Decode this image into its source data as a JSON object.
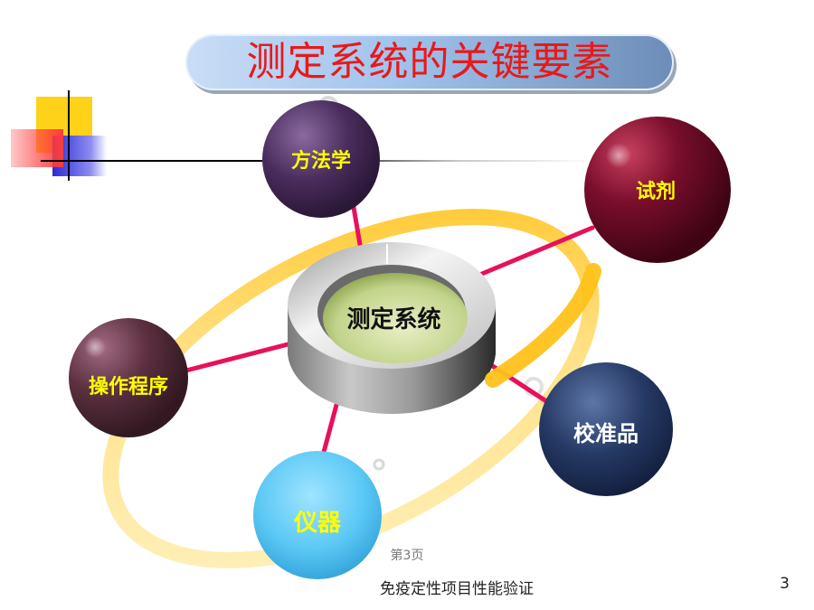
{
  "title": "测定系统的关键要素",
  "center_label": "测定系统",
  "nodes": {
    "methodology": "方法学",
    "reagent": "试剂",
    "procedure": "操作程序",
    "calibrator": "校准品",
    "instrument": "仪器"
  },
  "colors": {
    "title_text": "#e8191a",
    "methodology_bg": "#4a2c5c",
    "reagent_bg": "#6b0a26",
    "procedure_bg": "#5c3040",
    "calibrator_bg": "#263a66",
    "instrument_bg": "#5ac8f5",
    "spoke": "#e8105c",
    "ellipse": "#ffc21a",
    "node_text": "#ffff00"
  },
  "page_marker": "第3页",
  "footer": "免疫定性项目性能验证",
  "page_number": "3"
}
